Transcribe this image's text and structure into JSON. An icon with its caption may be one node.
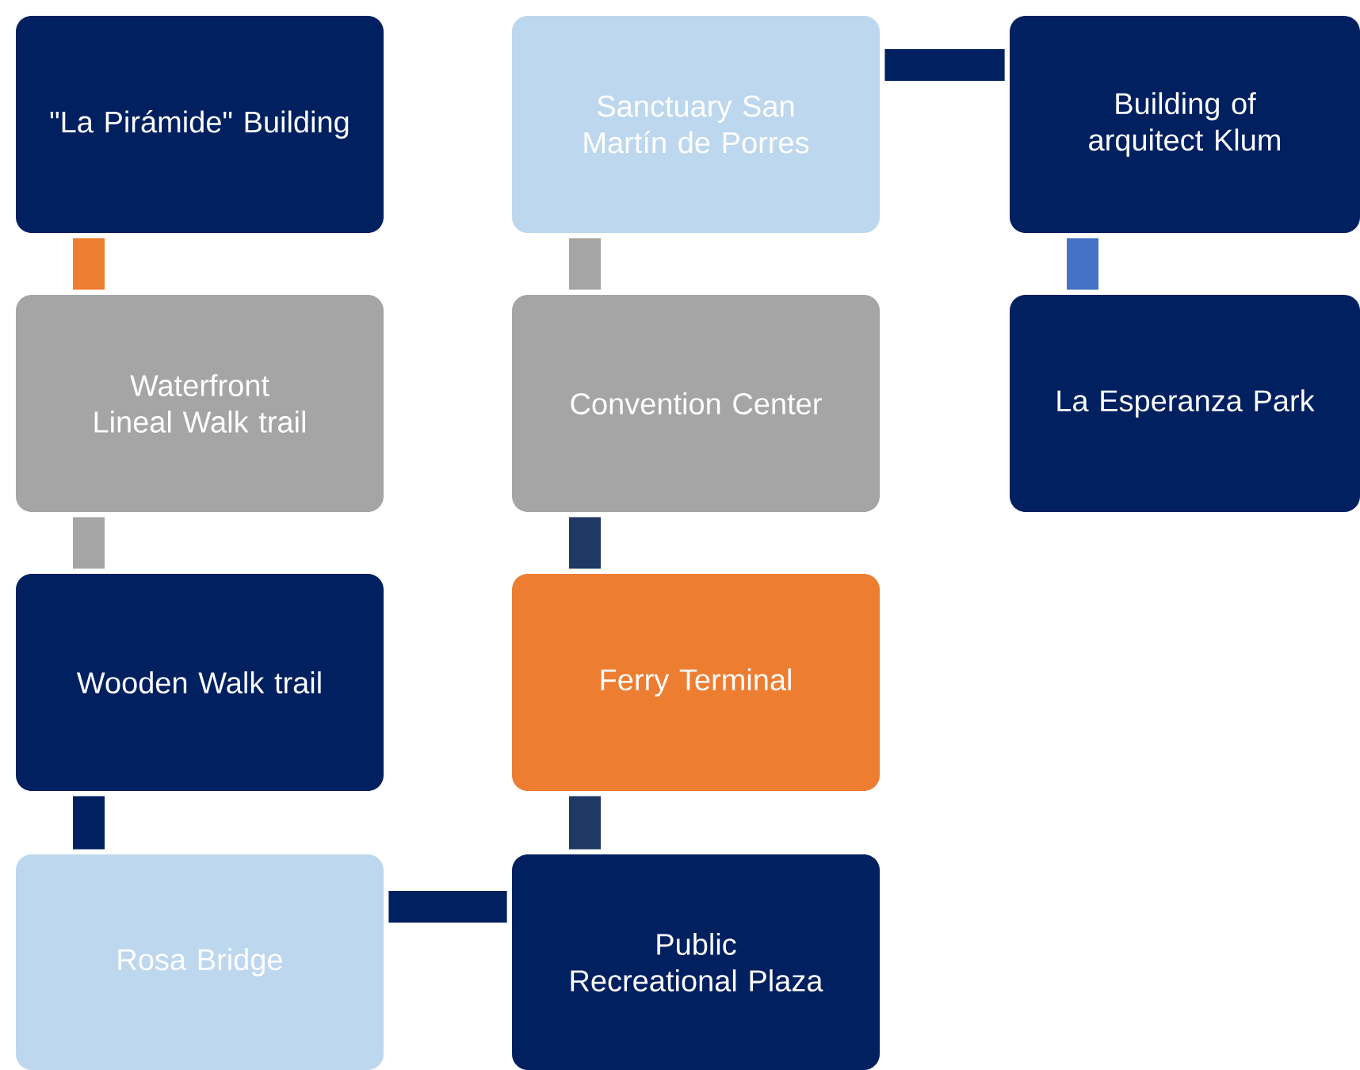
{
  "diagram": {
    "nodes": [
      {
        "text": [
          "\"La Pirámide\" Building"
        ]
      },
      {
        "text": [
          "Sanctuary San Martín de Porres"
        ]
      },
      {
        "text": [
          "Building of arquitect Klum"
        ]
      },
      {
        "text": [
          "Waterfront Lineal Walk trail"
        ]
      },
      {
        "text": [
          "Convention Center"
        ]
      },
      {
        "text": [
          "La Esperanza Park"
        ]
      },
      {
        "text": [
          "Wooden Walk trail"
        ]
      },
      {
        "text": [
          "Ferry Terminal"
        ]
      },
      {
        "text": [
          "Rosa Bridge"
        ]
      },
      {
        "text": [
          "Public Recreational Plaza"
        ]
      }
    ],
    "edges": [
      {
        "from": 0,
        "to": 3,
        "arrow": "none",
        "color": "#ed7d31"
      },
      {
        "from": 3,
        "to": 6,
        "arrow": "none",
        "color": "#a5a5a5"
      },
      {
        "from": 6,
        "to": 8,
        "arrow": "none"
      },
      {
        "from": 8,
        "to": 9,
        "arrow": "none"
      },
      {
        "from": 9,
        "to": 7,
        "arrow": "none",
        "color": "#203864"
      },
      {
        "from": 7,
        "to": 4,
        "arrow": "none",
        "color": "#203864"
      },
      {
        "from": 4,
        "to": 1,
        "arrow": "none",
        "color": "#a5a5a5"
      },
      {
        "from": 1,
        "to": 2,
        "arrow": "none"
      },
      {
        "from": 2,
        "to": 5,
        "arrow": "none",
        "color": "#4472c4"
      }
    ]
  }
}
